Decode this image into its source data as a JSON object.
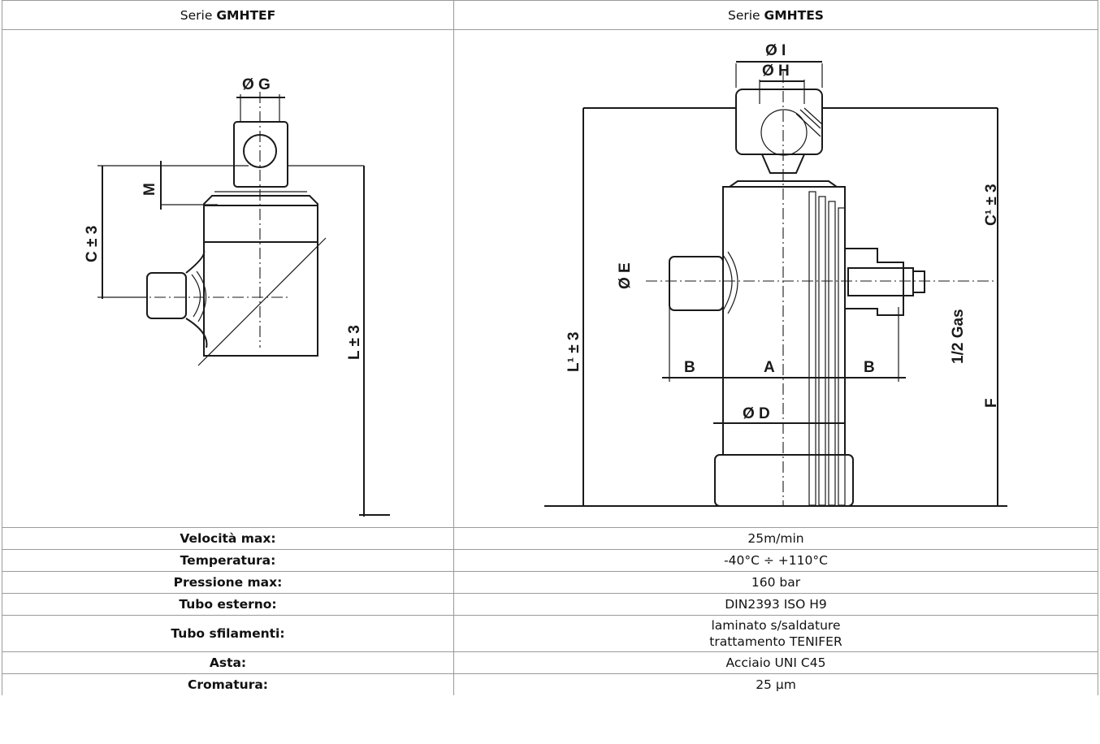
{
  "header": {
    "left_prefix": "Serie ",
    "left_series": "GMHTEF",
    "right_prefix": "Serie ",
    "right_series": "GMHTES"
  },
  "drawing_left": {
    "labels": {
      "dia_g": "Ø G",
      "m": "M",
      "c": "C ± 3",
      "l": "L ± 3"
    }
  },
  "drawing_right": {
    "labels": {
      "dia_i": "Ø I",
      "dia_h": "Ø H",
      "c1": "C¹ ± 3",
      "dia_e": "Ø E",
      "l1": "L¹ ± 3",
      "b_left": "B",
      "a": "A",
      "b_right": "B",
      "gas": "1/2 Gas",
      "dia_d": "Ø D",
      "f": "F"
    }
  },
  "specs": [
    {
      "label": "Velocità max:",
      "value": "25m/min"
    },
    {
      "label": "Temperatura:",
      "value": "-40°C ÷ +110°C"
    },
    {
      "label": "Pressione max:",
      "value": "160 bar"
    },
    {
      "label": "Tubo esterno:",
      "value": "DIN2393 ISO H9"
    },
    {
      "label": "Tubo sfilamenti:",
      "value_line1": "laminato s/saldature",
      "value_line2": "trattamento TENIFER"
    },
    {
      "label": "Asta:",
      "value": "Acciaio UNI C45"
    },
    {
      "label": "Cromatura:",
      "value": "25 µm"
    }
  ]
}
